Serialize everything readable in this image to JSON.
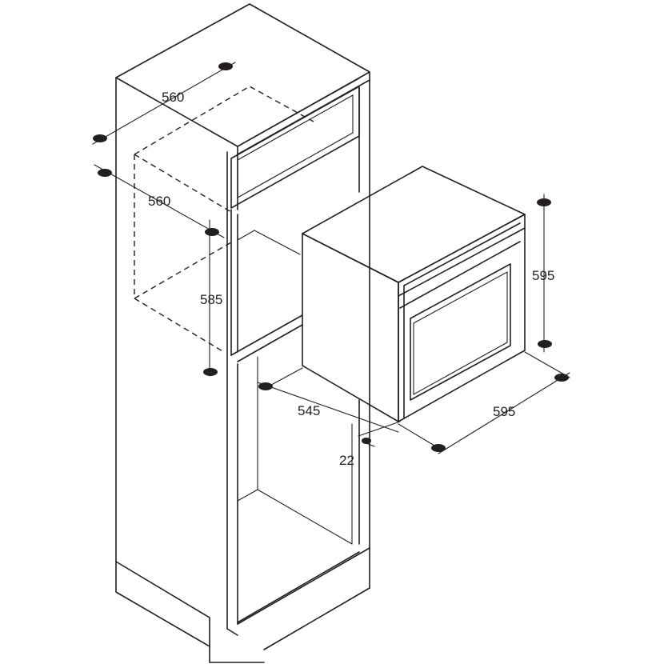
{
  "dimensions": {
    "cabinet_width": "560",
    "cabinet_depth": "560",
    "niche_height": "585",
    "oven_height": "595",
    "oven_width": "595",
    "oven_depth": "545",
    "front_offset": "22"
  },
  "colors": {
    "line": "#231f20",
    "background": "#ffffff"
  }
}
